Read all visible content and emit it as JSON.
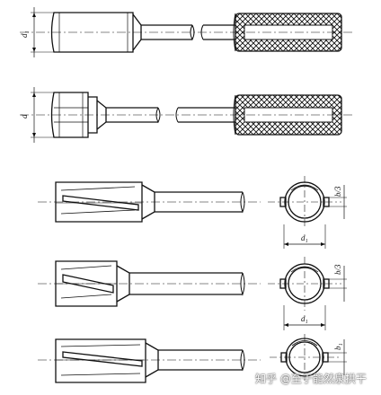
{
  "labels": {
    "d1_top": "d₁",
    "d_mid": "d",
    "b3_a": "b/3",
    "d1_a": "d₁",
    "b3_b": "b/3",
    "d1_b": "d₁",
    "b1_c": "b₁"
  },
  "watermark": "知乎 @至于能然泉拱干",
  "colors": {
    "ink": "#111111",
    "paper": "#ffffff"
  }
}
